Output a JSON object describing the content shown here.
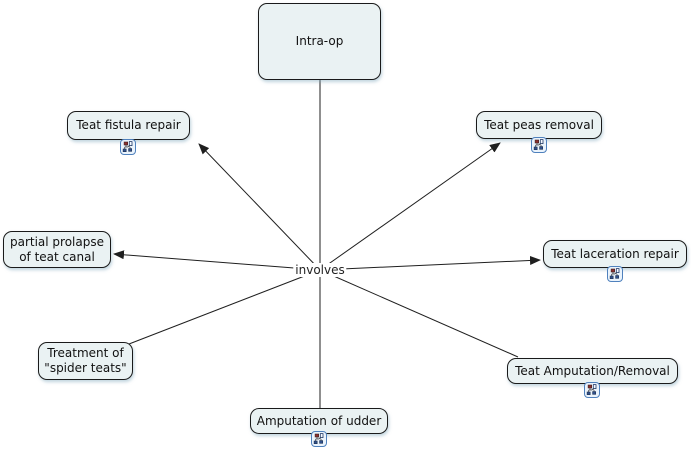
{
  "diagram": {
    "root_label": "Intra-op",
    "linking_phrase": "involves",
    "nodes": {
      "fistula": {
        "label": "Teat fistula repair"
      },
      "peas": {
        "label": "Teat peas removal"
      },
      "prolapse": {
        "line1": "partial prolapse",
        "line2": "of teat canal"
      },
      "laceration": {
        "label": "Teat laceration repair"
      },
      "spider": {
        "line1": "Treatment of",
        "line2": "\"spider teats\""
      },
      "amputation": {
        "label": "Teat Amputation/Removal"
      },
      "udder": {
        "label": "Amputation of udder"
      }
    },
    "icons": {
      "resource_icon_name": "cmap-submap-icon"
    },
    "colors": {
      "background": "#ffffff",
      "node_fill": "#eaf2f3",
      "node_border": "#1a1a1a",
      "connector": "#1f1f1f",
      "icon_border": "#4f81bd",
      "icon_fill": "#eaf3fc",
      "icon_node_red": "#8b2f2f",
      "icon_node_blue": "#2f4f8b"
    }
  }
}
